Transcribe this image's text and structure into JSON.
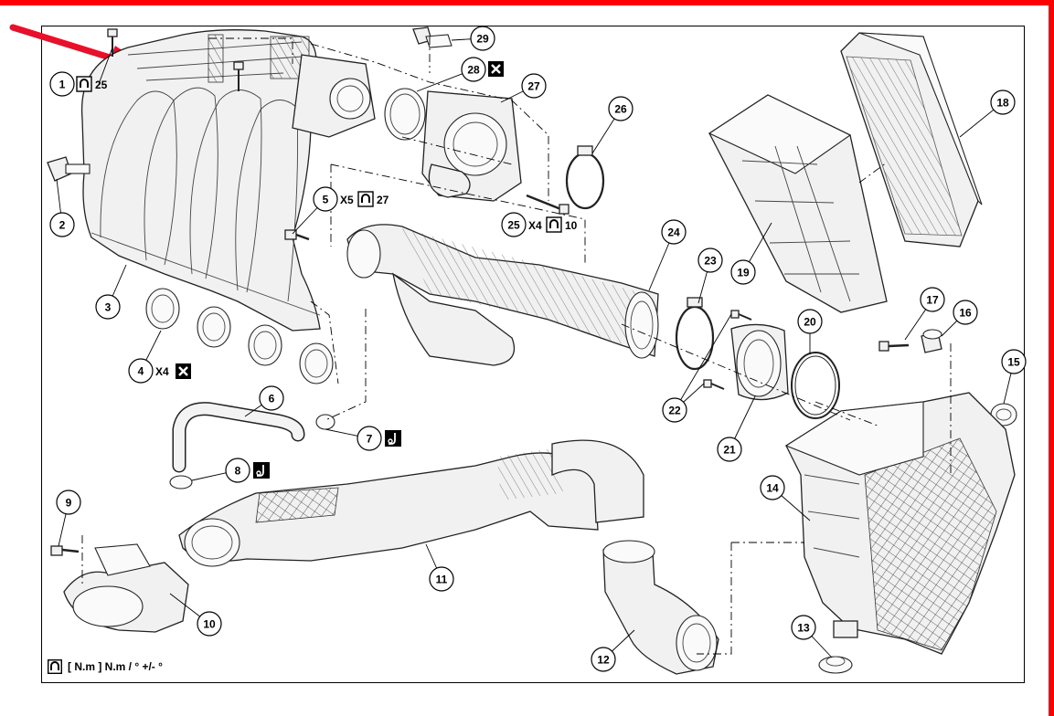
{
  "callouts": [
    {
      "n": "1"
    },
    {
      "n": "2"
    },
    {
      "n": "3"
    },
    {
      "n": "4"
    },
    {
      "n": "5"
    },
    {
      "n": "6"
    },
    {
      "n": "7"
    },
    {
      "n": "8"
    },
    {
      "n": "9"
    },
    {
      "n": "10"
    },
    {
      "n": "11"
    },
    {
      "n": "12"
    },
    {
      "n": "13"
    },
    {
      "n": "14"
    },
    {
      "n": "15"
    },
    {
      "n": "16"
    },
    {
      "n": "17"
    },
    {
      "n": "18"
    },
    {
      "n": "19"
    },
    {
      "n": "20"
    },
    {
      "n": "21"
    },
    {
      "n": "22"
    },
    {
      "n": "23"
    },
    {
      "n": "24"
    },
    {
      "n": "25"
    },
    {
      "n": "26"
    },
    {
      "n": "27"
    },
    {
      "n": "28"
    },
    {
      "n": "29"
    }
  ],
  "specs": {
    "part1_torque": "25",
    "part5_qty": "X5",
    "part5_torque": "27",
    "part25_qty": "X4",
    "part25_torque": "10",
    "part4_qty": "X4"
  },
  "legend": {
    "text": "[ N.m ] N.m / ° +/- °"
  },
  "icons": [
    "torque-wrench-icon",
    "replace-part-icon",
    "hose-clamp-pliers-icon",
    "red-pointer-arrow"
  ],
  "colors": {
    "accent_red": "#ff0000",
    "line": "#000000",
    "part_fill": "#f1f1f1"
  }
}
